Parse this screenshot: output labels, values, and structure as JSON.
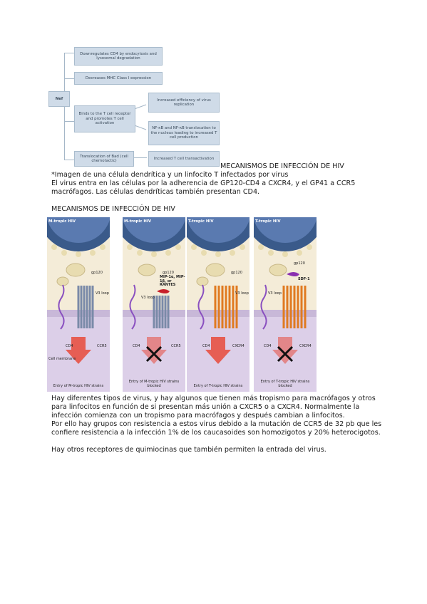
{
  "nef_diagram": {
    "root": "Nef",
    "box1": "Downregulates CD4 by endocytosis and lysosomal degradation",
    "box2": "Decreases MHC Class I expression",
    "box3": "Binds to the T cell receptor and promotes T cell activation",
    "box4": "Increased efficiency of virus replication",
    "box5": "NF-κB and NF-κB translocation to the nucleus leading to increased T cell production",
    "box6": "Translocation of Bad (cell chemotactic)",
    "box7": "Increased T cell transactivation"
  },
  "heading_inline": "MECANISMOS DE INFECCIÓN DE HIV",
  "para1_line1": "*Imagen de una célula dendrítica y un linfocito T infectados por virus",
  "para1_line2": "El virus entra en las células por la adherencia de GP120-CD4 a CXCR4, y el GP41 a CCR5",
  "para1_line3": "macrófagos. Las células dendríticas también presentan CD4.",
  "heading2": "MECANISMOS DE INFECCIÓN DE HIV",
  "panels": [
    {
      "title": "M-tropic HIV",
      "label_gp": "gp120",
      "label_loop": "V3 loop",
      "label_cd4": "CD4",
      "label_cor": "CCR5",
      "label_mem": "Cell membrane",
      "caption": "Entry of M-tropic HIV strains"
    },
    {
      "title": "M-tropic HIV",
      "label_gp": "gp120",
      "label_mip": "MIP-1α, MIP-1β, or RANTES",
      "label_loop": "V3 loop",
      "label_cd4": "CD4",
      "label_cor": "CCR5",
      "caption": "Entry of M-tropic HIV strains blocked"
    },
    {
      "title": "T-tropic HIV",
      "label_gp": "gp120",
      "label_loop": "V3 loop",
      "label_cd4": "CD4",
      "label_cor": "CXCR4",
      "caption": "Entry of T-tropic HIV strains"
    },
    {
      "title": "T-tropic HIV",
      "label_gp": "gp120",
      "label_mip": "SDF-1",
      "label_loop": "V3 loop",
      "label_cd4": "CD4",
      "label_cor": "CXCR4",
      "caption": "Entry of T-tropic HIV strains blocked"
    }
  ],
  "body": [
    "Hay diferentes tipos de virus, y hay algunos que tienen más tropismo para macrófagos y otros",
    "para linfocitos en función de si presentan más unión a CXCR5 o a CXCR4. Normalmente la",
    "infección comienza con un tropismo para macrófagos y después cambian a linfocitos.",
    "Por ello hay grupos con resistencia a estos virus debido a la mutación de CCR5 de 32 pb que les",
    "confiere resistencia a la infección 1% de los caucasoides son homozigotos y 20% heterocigotos.",
    "",
    "Hay otros receptores de quimiocinas que también permiten la entrada del virus."
  ],
  "colors": {
    "diagram_box": "#cfdbe8",
    "virus": "#3a5a8a",
    "ccr5": "#8a9bb8",
    "cxcr4": "#e07a20",
    "cytoplasm": "#d8c8e8"
  }
}
